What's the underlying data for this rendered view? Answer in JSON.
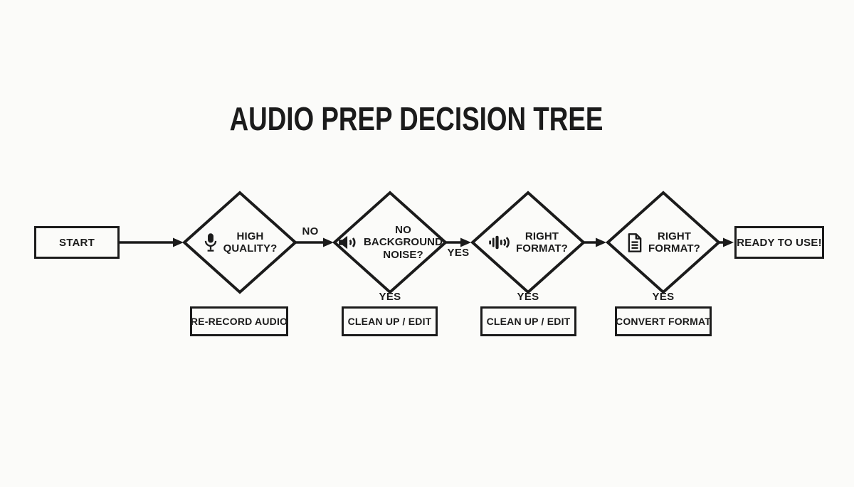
{
  "title": "AUDIO PREP DECISION TREE",
  "colors": {
    "ink": "#1b1b1b",
    "background": "#fbfbf9"
  },
  "start": {
    "label": "START"
  },
  "end": {
    "label": "READY TO USE!"
  },
  "edges": {
    "no_label": "NO",
    "yes_label": "YES"
  },
  "decisions": [
    {
      "icon": "microphone-icon",
      "question": "HIGH\nQUALITY?",
      "action": "RE-RECORD AUDIO"
    },
    {
      "icon": "speaker-icon",
      "question": "NO\nBACKGROUND\nNOISE?",
      "branch_label": "YES",
      "action": "CLEAN UP / EDIT"
    },
    {
      "icon": "sound-wave-icon",
      "question": "RIGHT\nFORMAT?",
      "branch_label": "YES",
      "action": "CLEAN UP / EDIT"
    },
    {
      "icon": "document-icon",
      "question": "RIGHT\nFORMAT?",
      "branch_label": "YES",
      "action": "CONVERT FORMAT"
    }
  ]
}
